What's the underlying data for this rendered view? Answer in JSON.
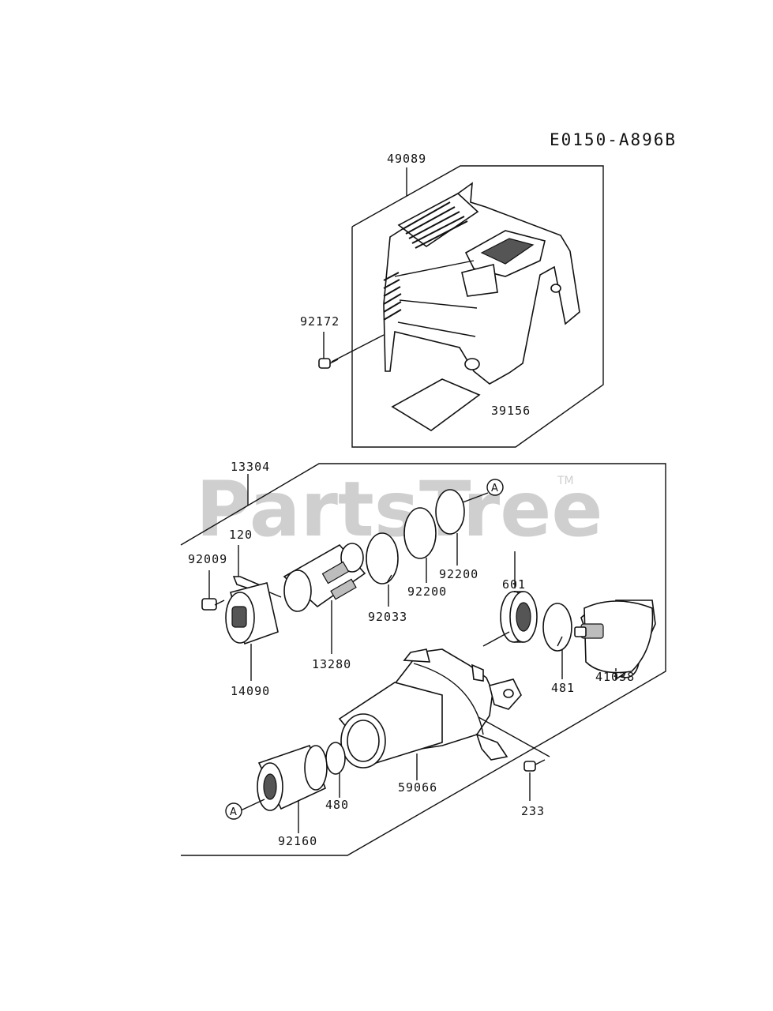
{
  "diagram_code": "E0150-A896B",
  "watermark": "PartsTree",
  "trademark": "TM",
  "callout_letter": "A",
  "part_numbers": {
    "p49089": "49089",
    "p92172": "92172",
    "p39156": "39156",
    "p13304": "13304",
    "p120": "120",
    "p92009": "92009",
    "p13280": "13280",
    "p14090": "14090",
    "p92033": "92033",
    "p92200a": "92200",
    "p92200b": "92200",
    "p601": "601",
    "p481": "481",
    "p41038": "41038",
    "p59066": "59066",
    "p480": "480",
    "p92160": "92160",
    "p233": "233"
  }
}
